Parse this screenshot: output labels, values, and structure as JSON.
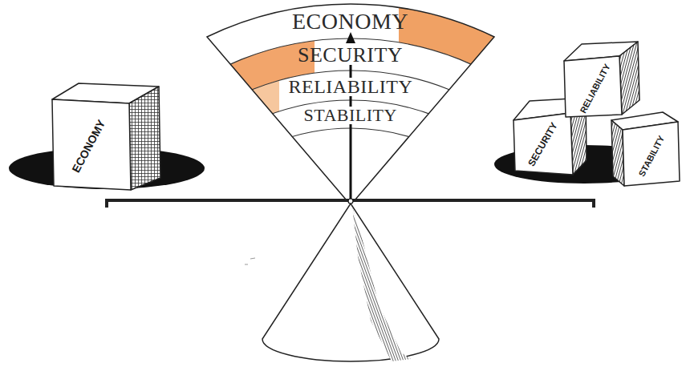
{
  "diagram": {
    "nodes": [
      {
        "text": [
          "ECONOMY"
        ]
      },
      {
        "text": [
          "SECURITY"
        ]
      },
      {
        "text": [
          "RELIABILITY"
        ]
      },
      {
        "text": [
          "STABILITY"
        ]
      },
      {
        "text": [
          "ECONOMY"
        ]
      },
      {
        "text": [
          "RELIABILITY"
        ]
      },
      {
        "text": [
          "SECURITY"
        ]
      },
      {
        "text": [
          "STABILITY"
        ]
      }
    ]
  }
}
